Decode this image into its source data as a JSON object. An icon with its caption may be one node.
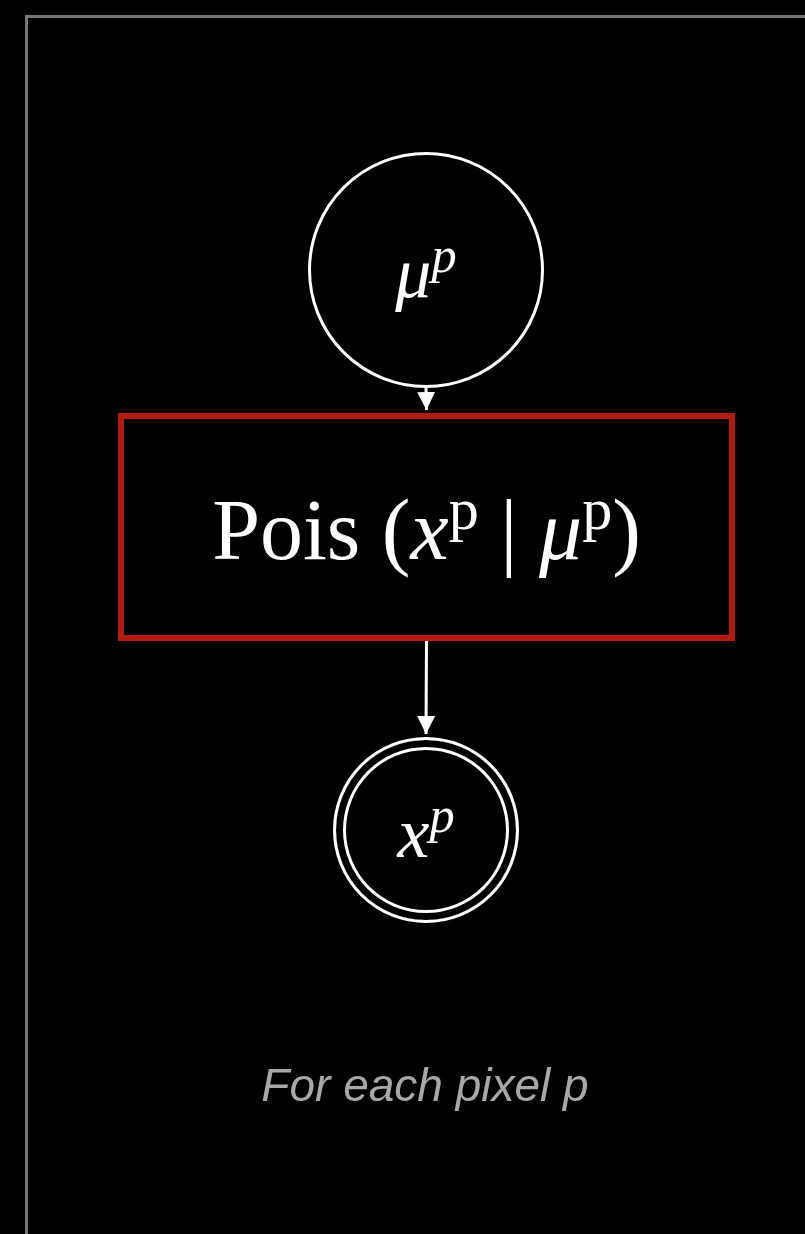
{
  "diagram": {
    "nodes": [
      {
        "text": [
          "For each pixel p"
        ]
      },
      {
        "text": [
          "μ$^{p}$"
        ],
        "in": 0
      },
      {
        "text": [
          "Pois (*x*$^{p}$ | *μ*$^{p}$)"
        ],
        "in": 0
      },
      {
        "text": [
          "x$^{p}$"
        ],
        "in": 0
      }
    ],
    "edges": [
      {
        "from": 1,
        "to": 2,
        "arrow": "to"
      },
      {
        "from": 2,
        "to": 3,
        "arrow": "to"
      }
    ]
  }
}
